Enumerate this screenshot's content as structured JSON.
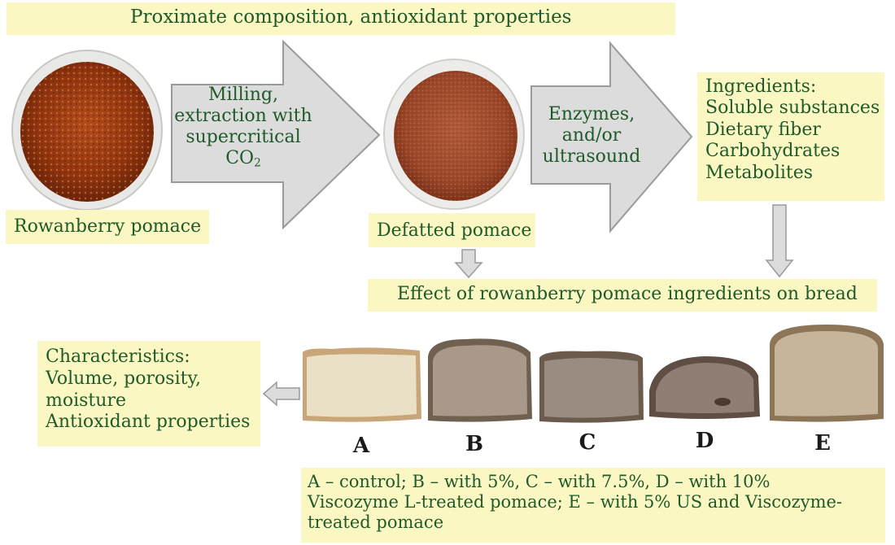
{
  "top_banner": "Proximate composition, antioxidant properties",
  "step1": {
    "label": "Rowanberry pomace"
  },
  "arrow1": {
    "line1": "Milling,",
    "line2": "extraction with",
    "line3": "supercritical",
    "line4": "CO",
    "line4_sub": "2"
  },
  "step2": {
    "label": "Defatted pomace"
  },
  "arrow2": {
    "line1": "Enzymes,",
    "line2": "and/or",
    "line3": "ultrasound"
  },
  "ingredients": {
    "title": "Ingredients:",
    "items": [
      "Soluble substances",
      "Dietary fiber",
      "Carbohydrates",
      "Metabolites"
    ]
  },
  "effect_banner": "Effect of rowanberry pomace ingredients on bread",
  "characteristics": {
    "title": "Characteristics:",
    "lines": [
      "Volume, porosity,",
      "moisture",
      "Antioxidant properties"
    ]
  },
  "bread_labels": [
    "A",
    "B",
    "C",
    "D",
    "E"
  ],
  "legend": {
    "line1": "A – control; B – with 5%, C – with 7.5%, D – with 10%",
    "line2": "Viscozyme L-treated pomace; E – with 5% US and Viscozyme-",
    "line3": "treated pomace"
  },
  "colors": {
    "box_fill": "#fbf7c3",
    "text": "#1f5a2a",
    "arrow_fill": "#dcdcdc",
    "arrow_stroke": "#9a9a9a"
  }
}
